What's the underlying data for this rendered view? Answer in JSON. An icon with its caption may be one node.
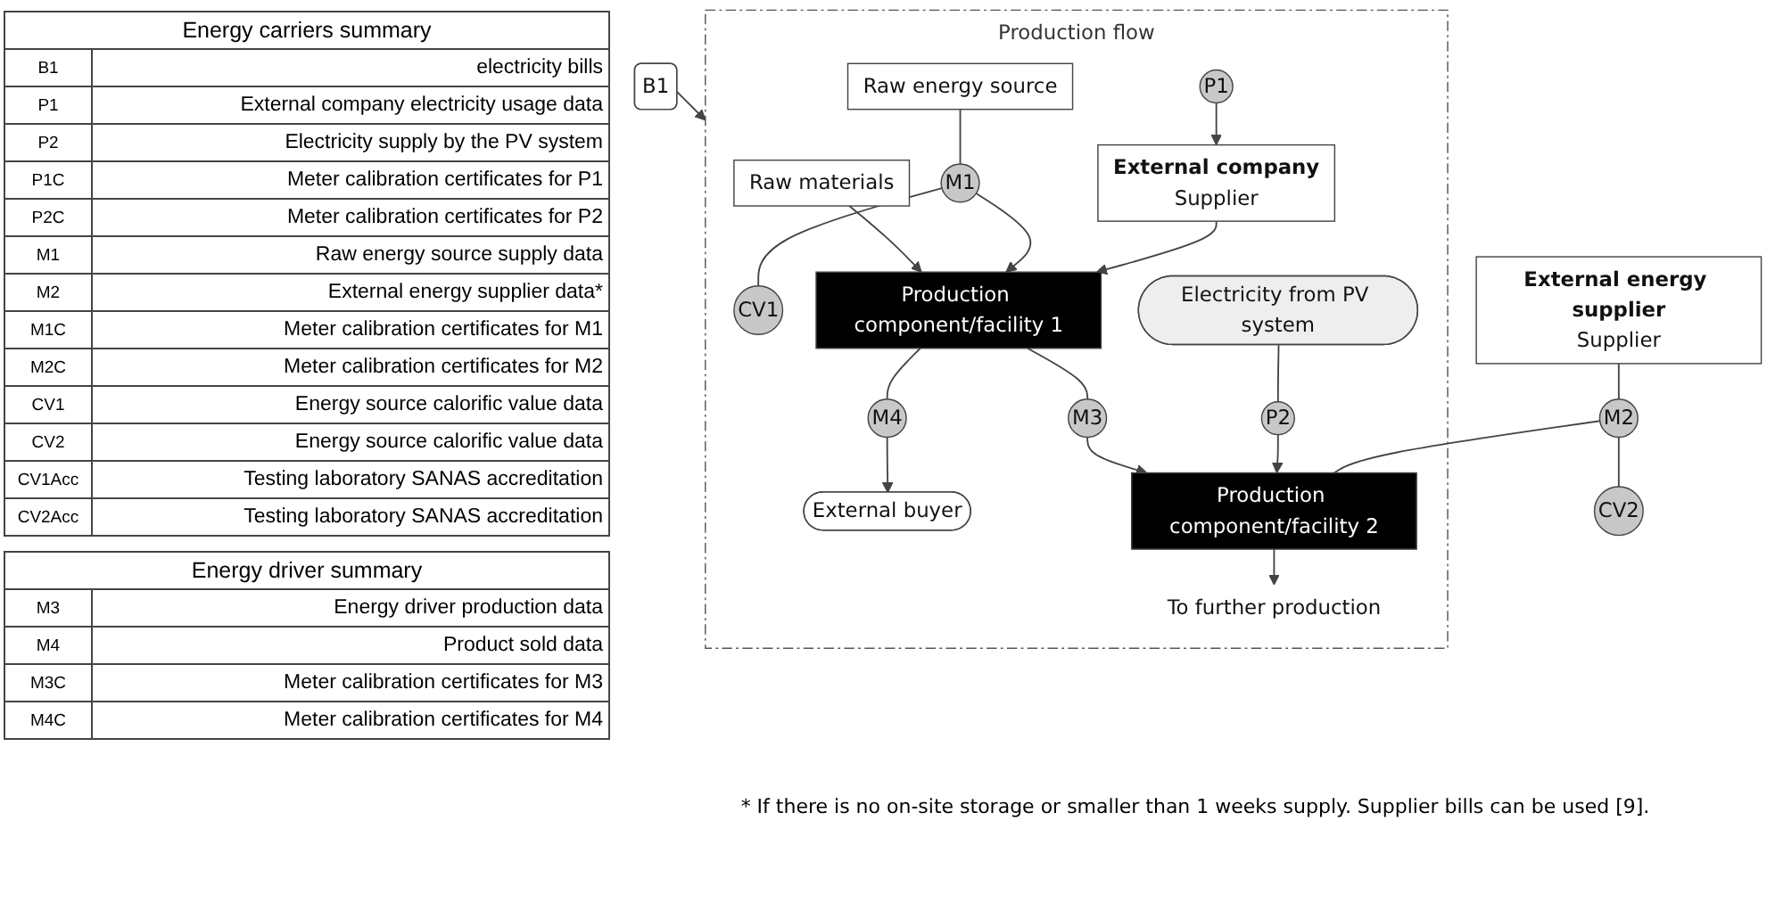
{
  "diagram": {
    "caption": "* If there is no on-site storage or smaller than 1 weeks supply. Supplier bills can be used [9].",
    "nodes": [
      {
        "text": [
          "B1"
        ]
      },
      {
        "text": [
          "Production flow"
        ]
      },
      {
        "text": [
          "Raw materials"
        ],
        "in": 1
      },
      {
        "text": [
          "Raw energy source"
        ],
        "in": 1
      },
      {
        "text": [
          "M1"
        ],
        "in": 1
      },
      {
        "text": [
          "CV1"
        ],
        "in": 1
      },
      {
        "text": [
          "External company",
          "Supplier"
        ],
        "in": 1
      },
      {
        "text": [
          "P1"
        ],
        "in": 1
      },
      {
        "text": [
          "Production component/facility 1"
        ],
        "in": 1
      },
      {
        "text": [
          "Electricity from PV system"
        ],
        "in": 1
      },
      {
        "text": [
          "M4"
        ],
        "in": 1
      },
      {
        "text": [
          "External buyer"
        ],
        "in": 1
      },
      {
        "text": [
          "M3"
        ],
        "in": 1
      },
      {
        "text": [
          "P2"
        ],
        "in": 1
      },
      {
        "text": [
          "Production component/facility 2"
        ],
        "in": 1
      },
      {
        "text": [
          "To further production"
        ],
        "in": 1
      },
      {
        "text": [
          "External energy supplier",
          "Supplier"
        ]
      },
      {
        "text": [
          "M2"
        ]
      },
      {
        "text": [
          "CV2"
        ]
      }
    ],
    "edges": [
      {
        "from": 0,
        "to": 1,
        "arrow": "to"
      },
      {
        "from": 2,
        "to": 8,
        "arrow": "to"
      },
      {
        "from": 3,
        "to": 4,
        "arrow": "none"
      },
      {
        "from": 4,
        "to": 5,
        "arrow": "none"
      },
      {
        "from": 4,
        "to": 8,
        "arrow": "to"
      },
      {
        "from": 7,
        "to": 6,
        "arrow": "to"
      },
      {
        "from": 6,
        "to": 8,
        "arrow": "to"
      },
      {
        "from": 8,
        "to": 12,
        "arrow": "none"
      },
      {
        "from": 12,
        "to": 14,
        "arrow": "to"
      },
      {
        "from": 8,
        "to": 10,
        "arrow": "none"
      },
      {
        "from": 10,
        "to": 11,
        "arrow": "to"
      },
      {
        "from": 9,
        "to": 13,
        "arrow": "none"
      },
      {
        "from": 13,
        "to": 14,
        "arrow": "to"
      },
      {
        "from": 14,
        "to": 15,
        "arrow": "to"
      },
      {
        "from": 16,
        "to": 17,
        "arrow": "none"
      },
      {
        "from": 17,
        "to": 18,
        "arrow": "none"
      },
      {
        "from": 17,
        "to": 14,
        "arrow": "none"
      }
    ],
    "labels": [
      "Energy carriers summary",
      "B1",
      "electricity bills",
      "P1",
      "External company electricity usage data",
      "P2",
      "Electricity supply by the PV system",
      "P1C",
      "Meter calibration certificates for P1",
      "P2C",
      "Meter calibration certificates for P2",
      "M1",
      "Raw energy source supply data",
      "M2",
      "External energy supplier data*",
      "M1C",
      "Meter calibration certificates for M1",
      "M2C",
      "Meter calibration certificates for M2",
      "CV1",
      "Energy source calorific value data",
      "CV2",
      "Energy source calorific value data",
      "CV1Acc",
      "Testing laboratory SANAS accreditation",
      "CV2Acc",
      "Testing laboratory SANAS accreditation",
      "Energy driver summary",
      "M3",
      "Energy driver production data",
      "M4",
      "Product sold data",
      "M3C",
      "Meter calibration certificates for M3",
      "M4C",
      "Meter calibration certificates for M4"
    ]
  }
}
